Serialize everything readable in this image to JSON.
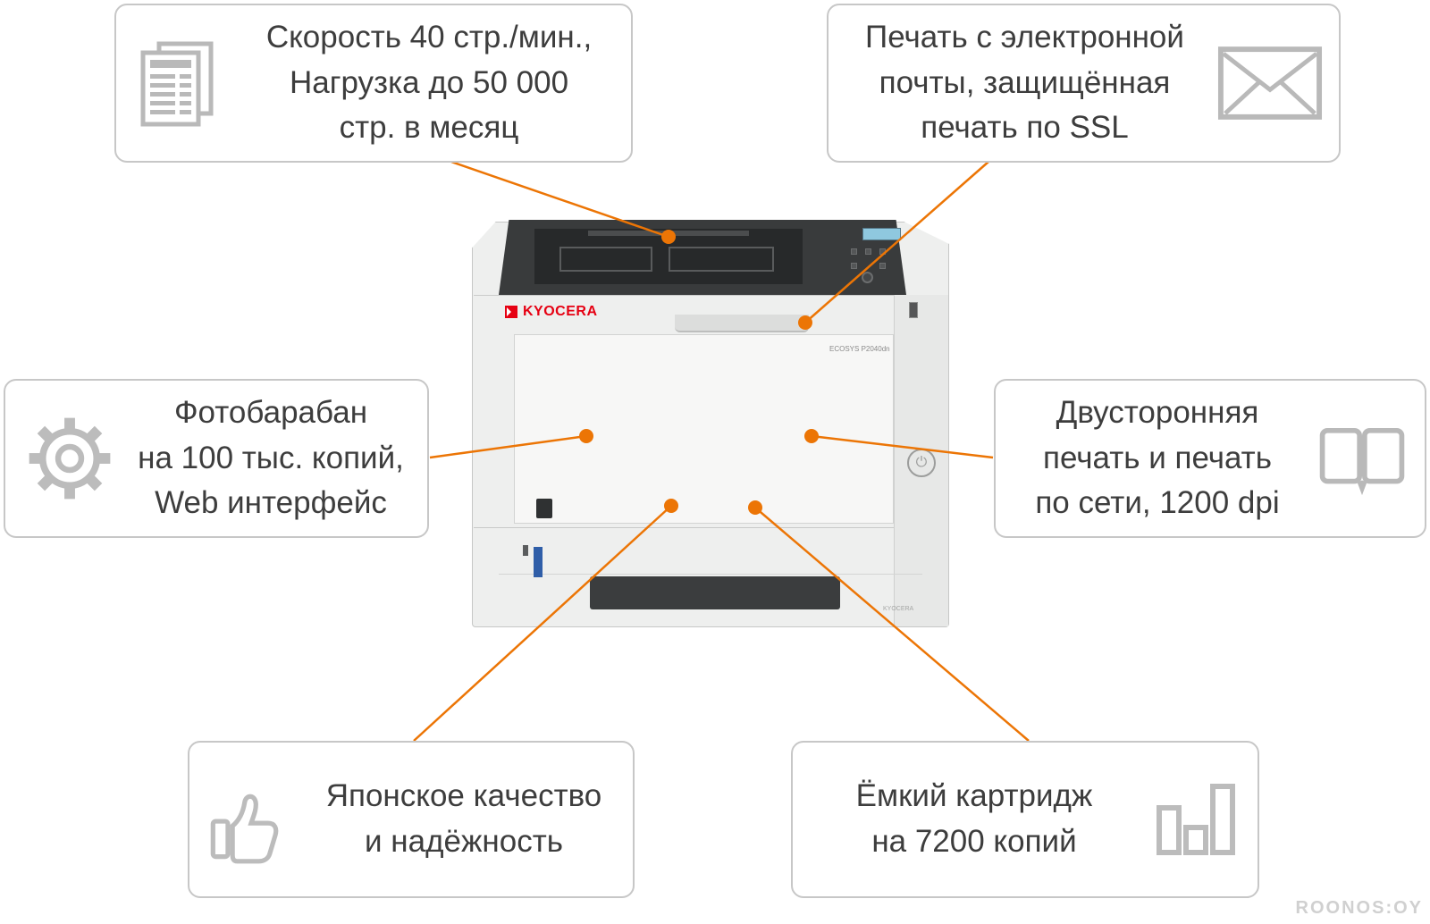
{
  "printer": {
    "brand": "KYOCERA",
    "model": "ECOSYS P2040dn"
  },
  "callouts": {
    "speed": {
      "icon": "newspaper-icon",
      "lines": [
        "Скорость 40 стр./мин.,",
        "Нагрузка до 50 000",
        "стр. в месяц"
      ]
    },
    "email": {
      "icon": "envelope-icon",
      "lines": [
        "Печать с электронной",
        "почты, защищённая",
        "печать по SSL"
      ]
    },
    "drum": {
      "icon": "gear-icon",
      "lines": [
        "Фотобарабан",
        "на 100 тыс. копий,",
        "Web интерфейс"
      ]
    },
    "duplex": {
      "icon": "book-icon",
      "lines": [
        "Двусторонняя",
        "печать и печать",
        "по сети, 1200 dpi"
      ]
    },
    "quality": {
      "icon": "thumbs-up-icon",
      "lines": [
        "Японское качество",
        "и надёжность"
      ]
    },
    "cartridge": {
      "icon": "bar-chart-icon",
      "lines": [
        "Ёмкий картридж",
        "на 7200 копий"
      ]
    }
  },
  "colors": {
    "accent": "#ec7505",
    "callout_border": "#c7c7c7",
    "icon_gray": "#b9b9b9",
    "text": "#3d3d3d",
    "kyocera_red": "#e60012"
  },
  "watermark": "ROONOS:OY"
}
